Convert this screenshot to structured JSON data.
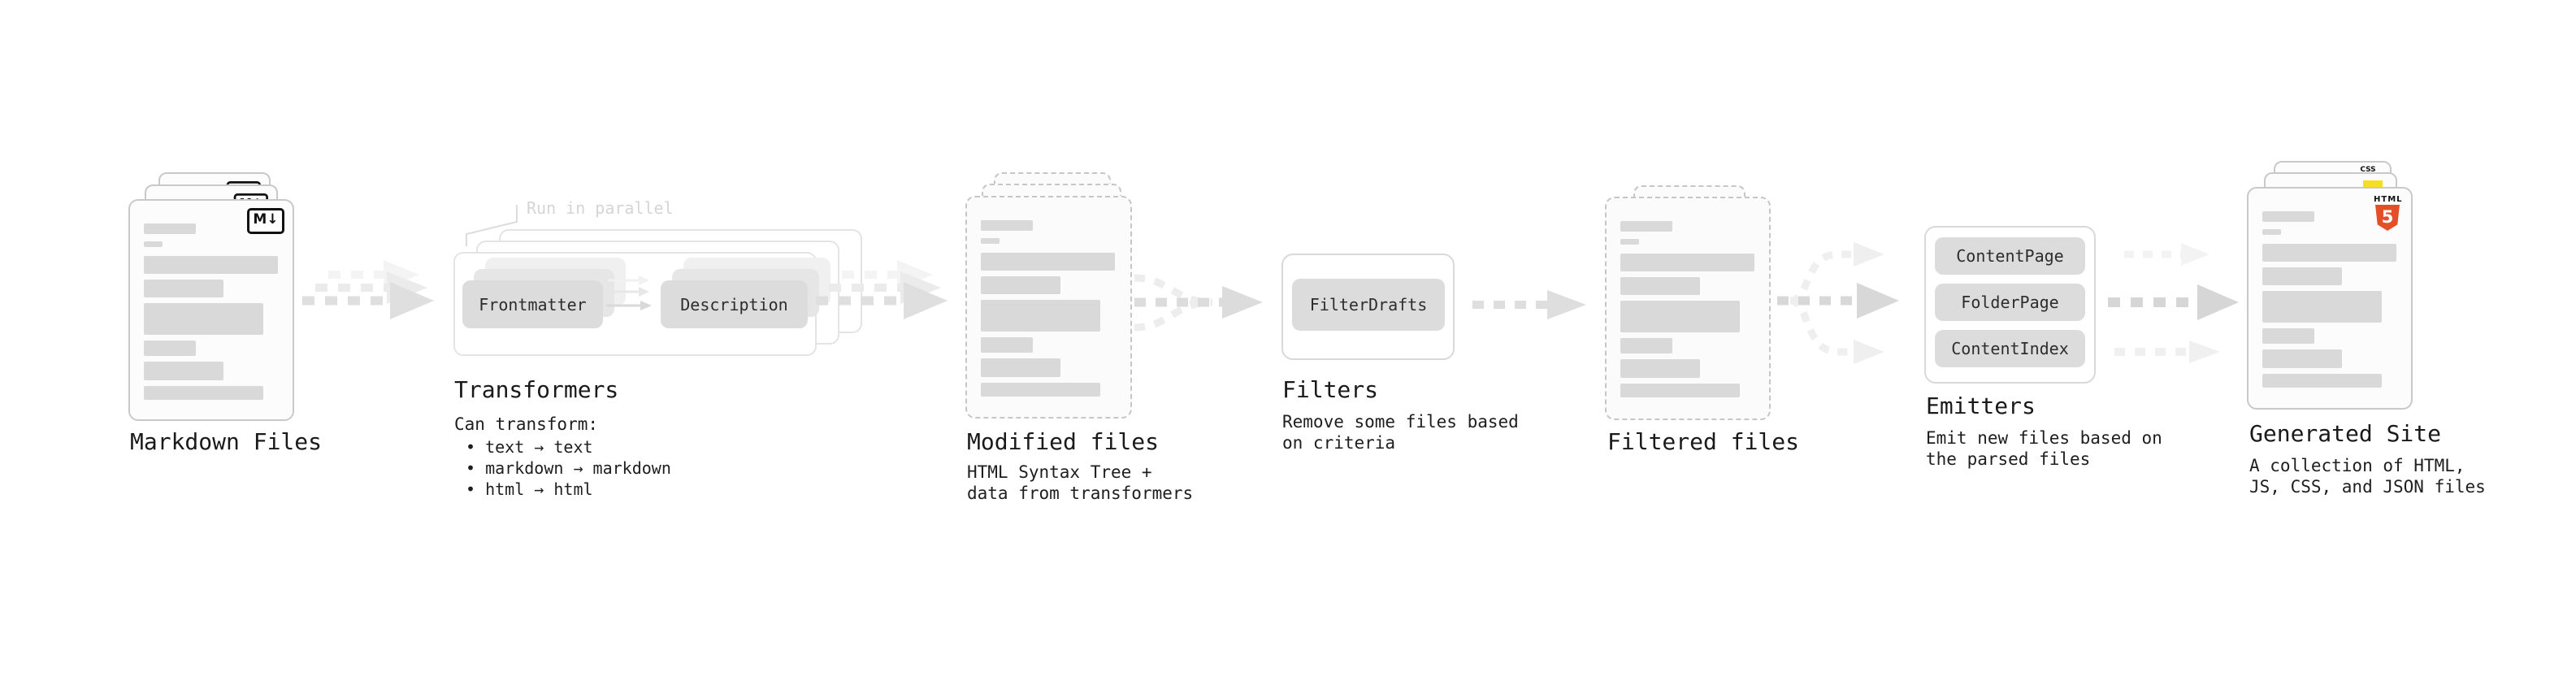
{
  "colors": {
    "html5_orange": "#e34f26",
    "js_yellow": "#f7df1e",
    "css_blue": "#2965f1",
    "placeholder_gray": "#d9d9d9",
    "chip_gray": "#dcdcdc"
  },
  "markdown_files": {
    "label": "Markdown Files",
    "file_badge": "M↓"
  },
  "transformers": {
    "label": "Transformers",
    "annotation": "Run in parallel",
    "chips": [
      "Frontmatter",
      "Description"
    ],
    "note_title": "Can transform:",
    "notes": [
      "text → text",
      "markdown → markdown",
      "html → html"
    ]
  },
  "modified_files": {
    "label": "Modified files",
    "note": "HTML Syntax Tree +\ndata from transformers"
  },
  "filters": {
    "label": "Filters",
    "chips": [
      "FilterDrafts"
    ],
    "note": "Remove some files based\non criteria"
  },
  "filtered_files": {
    "label": "Filtered files"
  },
  "emitters": {
    "label": "Emitters",
    "chips": [
      "ContentPage",
      "FolderPage",
      "ContentIndex"
    ],
    "note": "Emit new files based on\nthe parsed files"
  },
  "generated_site": {
    "label": "Generated Site",
    "note": "A collection of HTML,\nJS, CSS, and JSON files",
    "html_badge_word": "HTML",
    "html_badge_number": "5",
    "css_badge": "CSS"
  }
}
